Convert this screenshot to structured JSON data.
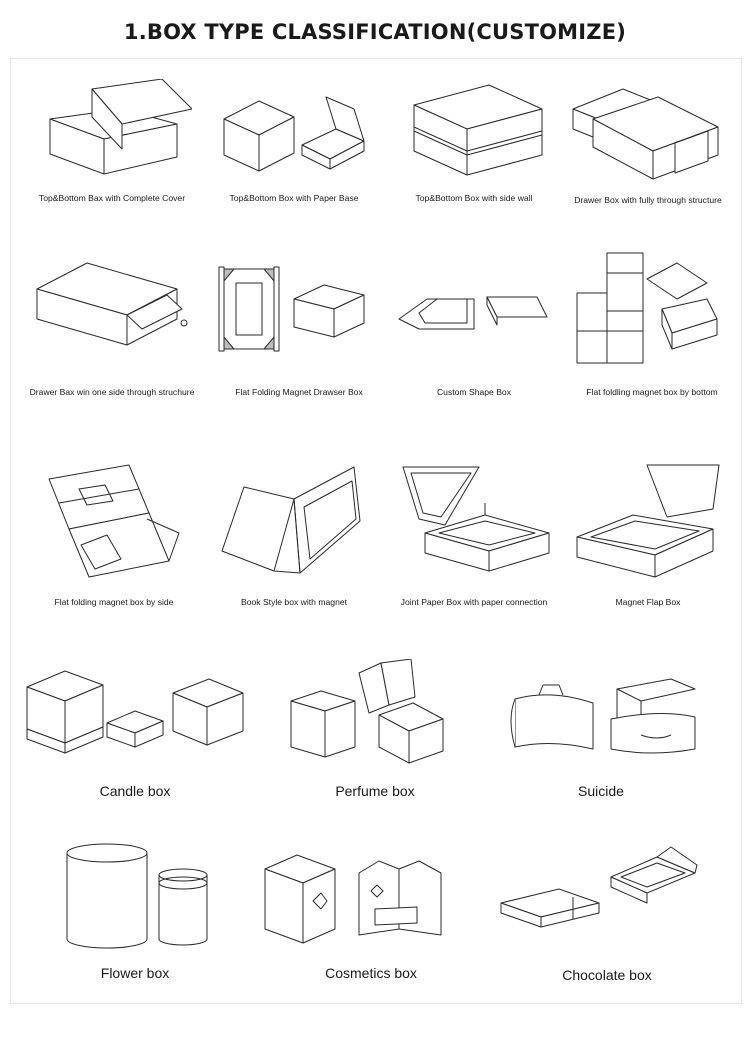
{
  "title": "1.BOX TYPE CLASSIFICATION(CUSTOMIZE)",
  "small_items": [
    {
      "label": "Top&Bottom Bax with Complete Cover",
      "icon": "top-bottom-complete-cover-icon"
    },
    {
      "label": "Top&Bottom Box with Paper Base",
      "icon": "top-bottom-paper-base-icon"
    },
    {
      "label": "Top&Bottom Box with side wall",
      "icon": "top-bottom-side-wall-icon"
    },
    {
      "label": "Drawer Box with fully through structure",
      "icon": "drawer-through-icon"
    },
    {
      "label": "Drawer Bax win one side through struchure",
      "icon": "drawer-one-side-icon"
    },
    {
      "label": "Flat Folding Magnet Drawser Box",
      "icon": "flat-folding-drawer-icon"
    },
    {
      "label": "Custom Shape Box",
      "icon": "custom-shape-icon"
    },
    {
      "label": "Flat foldling magnet box by bottom",
      "icon": "flat-folding-bottom-icon"
    },
    {
      "label": "Flat folding magnet box by side",
      "icon": "flat-folding-side-icon"
    },
    {
      "label": "Book Style box with magnet",
      "icon": "book-style-icon"
    },
    {
      "label": "Joint Paper Box with paper connection",
      "icon": "joint-paper-icon"
    },
    {
      "label": "Magnet Flap Box",
      "icon": "magnet-flap-icon"
    }
  ],
  "large_items": [
    {
      "label": "Candle box",
      "icon": "candle-box-icon"
    },
    {
      "label": "Perfume box",
      "icon": "perfume-box-icon"
    },
    {
      "label": "Suicide",
      "icon": "suitcase-box-icon"
    },
    {
      "label": "Flower box",
      "icon": "flower-box-icon"
    },
    {
      "label": "Cosmetics box",
      "icon": "cosmetics-box-icon"
    },
    {
      "label": "Chocolate box",
      "icon": "chocolate-box-icon"
    }
  ]
}
